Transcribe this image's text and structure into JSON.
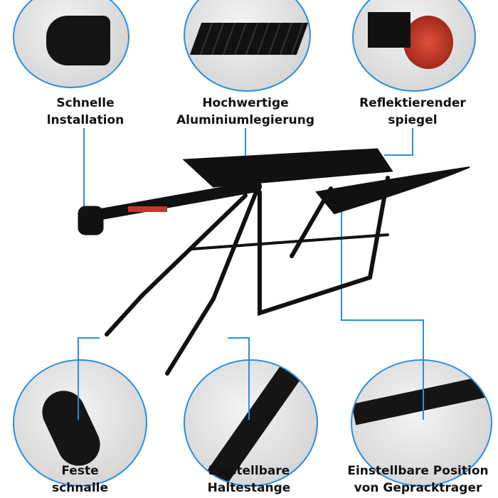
{
  "labels": {
    "quick_install": [
      "Schnelle",
      "lnstallation"
    ],
    "aluminium": [
      "Hochwertige",
      "Aluminiumlegierung"
    ],
    "reflector": [
      "Reflektierender",
      "spiegel"
    ],
    "clamp": [
      "Feste",
      "schnalle"
    ],
    "rod": [
      "Einstellbare",
      "Haltestange"
    ],
    "position": [
      "Einstellbare Position",
      "von Gepracktrager"
    ]
  },
  "colors": {
    "accent": "#2a8fdc",
    "rack": "#111111",
    "reflector": "#c0392b"
  }
}
